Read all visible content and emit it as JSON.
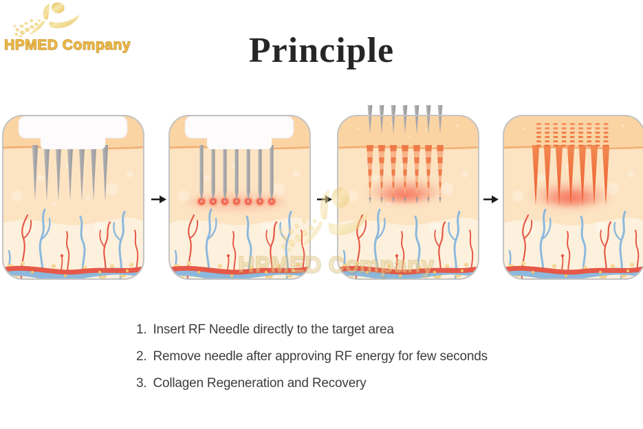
{
  "logo": {
    "text": "HPMED Company",
    "icon": "hpmed-person-logo",
    "gold": "#efbe4a",
    "gold_light": "#f6e6ab",
    "gold_dark": "#d49f35"
  },
  "title": {
    "text": "Principle",
    "color": "#262626"
  },
  "diagram": {
    "arrow_icon": "right-arrow",
    "arrow_color": "#1c1c1c",
    "panels": [
      {
        "stage": 1,
        "name": "insert-needles",
        "description": "Handpiece inserting gray RF needles into the skin"
      },
      {
        "stage": 2,
        "name": "apply-rf-energy",
        "description": "Needles inserted deep, RF energy glowing red at the tips"
      },
      {
        "stage": 3,
        "name": "remove-needles",
        "description": "Needles withdrawn above the skin, heated channels remain"
      },
      {
        "stage": 4,
        "name": "regeneration",
        "description": "Collagen regeneration grid and recovery of treated channels"
      }
    ],
    "colors": {
      "border": "#c3c3c3",
      "skin_top": "#fbd4a3",
      "skin_mid": "#fce4c3",
      "skin_deep": "#fdf1dd",
      "surface_line": "#f2ad72",
      "device_white": "#fdfbfc",
      "device_edge": "#ece6e8",
      "needle_light": "#b6b6b8",
      "needle_dark": "#97979a",
      "glow_red": "#f4503a",
      "tip_red": "#ef5540",
      "track_orange": "#ee7643",
      "track_orange_light": "#f8b186",
      "grid_orange": "#f06f3c",
      "vessel_red": "#e65848",
      "vessel_blue": "#8cb8dd",
      "fat_yellow": "#f5d189",
      "fat_light": "#fae3ae",
      "vessel_dot": "#f1c46a"
    }
  },
  "watermark": {
    "text": "HPMED Company",
    "icon": "hpmed-person-logo",
    "color": "#e9d294",
    "opacity": 0.5
  },
  "steps": {
    "text_color": "#3d3d3d",
    "items": [
      {
        "num": "1.",
        "text": "Insert RF Needle directly to the target area"
      },
      {
        "num": "2.",
        "text": "Remove needle after approving RF energy for few seconds"
      },
      {
        "num": "3.",
        "text": "Collagen Regeneration and Recovery"
      }
    ]
  }
}
